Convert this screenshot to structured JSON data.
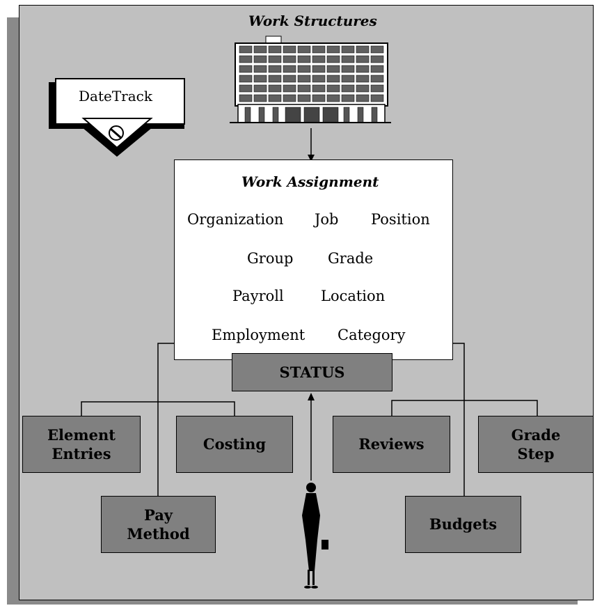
{
  "diagram": {
    "work_structures": "Work Structures",
    "datetrack": "DateTrack",
    "work_assignment": {
      "title": "Work Assignment",
      "items": [
        "Organization",
        "Job",
        "Position",
        "Group",
        "Grade",
        "Payroll",
        "Location",
        "Employment",
        "Category"
      ]
    },
    "status": "STATUS",
    "boxes": {
      "element_entries": "Element\nEntries",
      "costing": "Costing",
      "reviews": "Reviews",
      "grade_step": "Grade\nStep",
      "pay_method": "Pay\nMethod",
      "budgets": "Budgets"
    }
  }
}
